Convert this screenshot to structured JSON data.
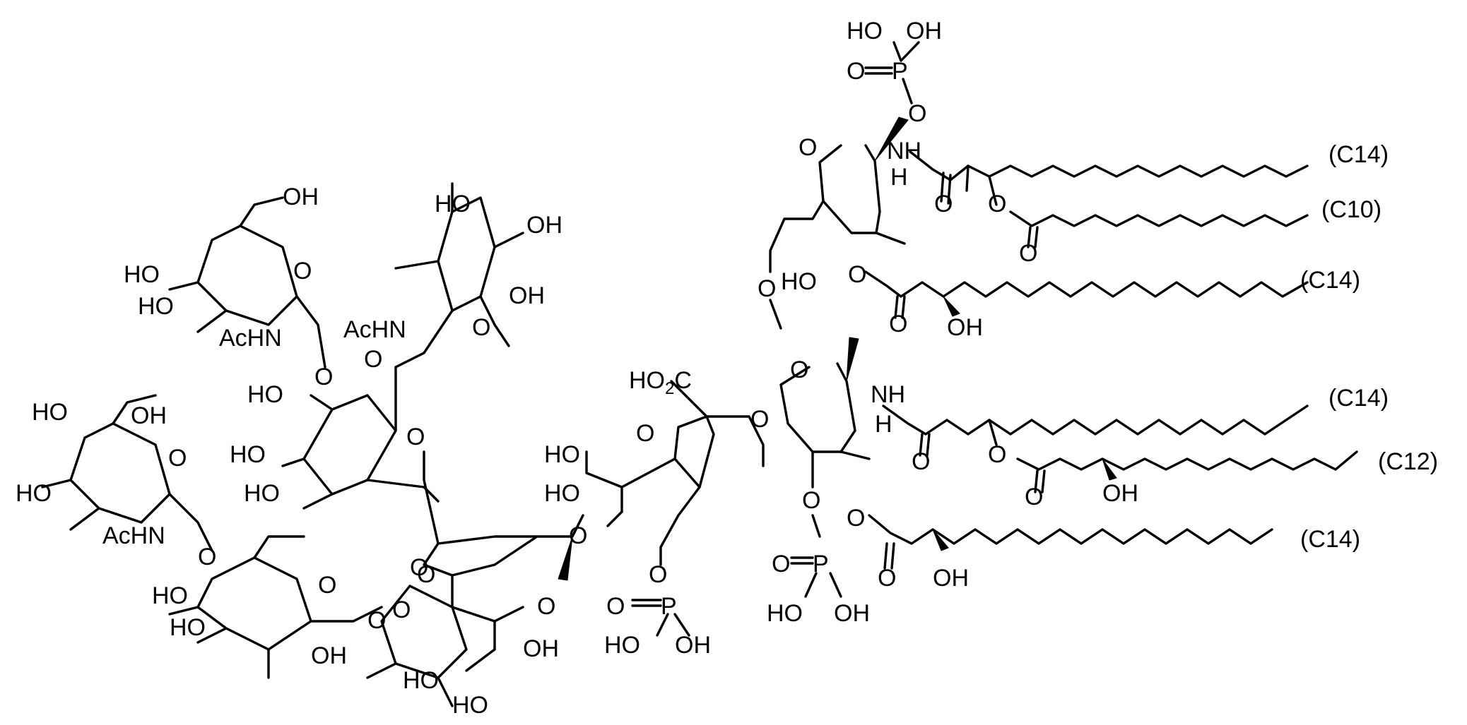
{
  "labels": {
    "phosphate_top": {
      "ho1": "HO",
      "oh1": "OH",
      "o_eq": "O",
      "p": "P",
      "o_link": "O"
    },
    "ring_top": {
      "o": "O",
      "nh": "NH",
      "h": "H",
      "o_carbonyl": "O",
      "o_ester": "O",
      "o_ester2": "O",
      "o_ring_sub": "O",
      "ho": "HO",
      "o_acyl": "O",
      "o_carbonyl2": "O",
      "oh": "OH"
    },
    "link_o": "O",
    "ring_bottom": {
      "o": "O",
      "nh": "NH",
      "h": "H",
      "o_carbonyl": "O",
      "o_ester": "O",
      "o_carbonyl2": "O",
      "oh": "OH",
      "o_phos": "O",
      "o_acyl": "O",
      "o_carbonyl3": "O",
      "oh2": "OH"
    },
    "phosphate_bottom": {
      "o_eq": "O",
      "p": "P",
      "ho": "HO",
      "oh": "OH"
    },
    "kdo": {
      "ho2c": "HO",
      "ho2c_sub": "2",
      "ho2c_c": "C",
      "o_ring": "O",
      "o_glyco": "O",
      "ho1": "HO",
      "ho2": "HO",
      "o_link": "O",
      "o_phos": "O"
    },
    "phosphate_kdo": {
      "o_eq": "O",
      "p": "P",
      "ho": "HO",
      "oh": "OH"
    },
    "heptose": {
      "o_ring": "O",
      "oh": "OH",
      "ho1": "HO",
      "ho2": "HO",
      "o_link": "O",
      "o_link2": "O"
    },
    "glcnac_top": {
      "ho": "HO",
      "oh1": "OH",
      "oh2": "OH",
      "acnh": "AcHN",
      "o_ring": "O",
      "o_link": "O"
    },
    "glcnac_left": {
      "oh": "OH",
      "ho1": "HO",
      "ho2": "HO",
      "acnh": "AcHN",
      "o_ring": "O",
      "o_link": "O"
    },
    "galactose_mid": {
      "ho1": "HO",
      "ho2": "HO",
      "ho3": "HO",
      "o_ring": "O",
      "o_link": "O"
    },
    "galnac": {
      "ho1": "HO",
      "oh": "OH",
      "ho2": "HO",
      "acnh": "AcHN",
      "o_ring": "O",
      "o_link": "O"
    },
    "glucose": {
      "ho1": "HO",
      "ho2": "HO",
      "oh": "OH",
      "o_ring": "O",
      "o_link": "O"
    },
    "heptose2": {
      "ho1": "HO",
      "ho2": "HO",
      "oh": "OH",
      "o_ring": "O"
    }
  },
  "chains": [
    "(C14)",
    "(C10)",
    "(C14)",
    "(C14)",
    "(C12)",
    "(C14)"
  ]
}
